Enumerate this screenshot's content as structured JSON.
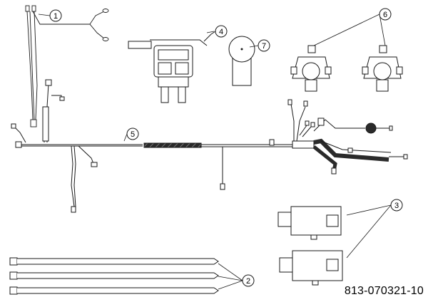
{
  "diagram": {
    "callouts": [
      "1",
      "2",
      "3",
      "4",
      "5",
      "6",
      "7"
    ],
    "part_number": "813-070321-10"
  },
  "colors": {
    "line": "#1a1a1a",
    "harness_dark": "#2a2a2a",
    "fill": "#ffffff"
  }
}
